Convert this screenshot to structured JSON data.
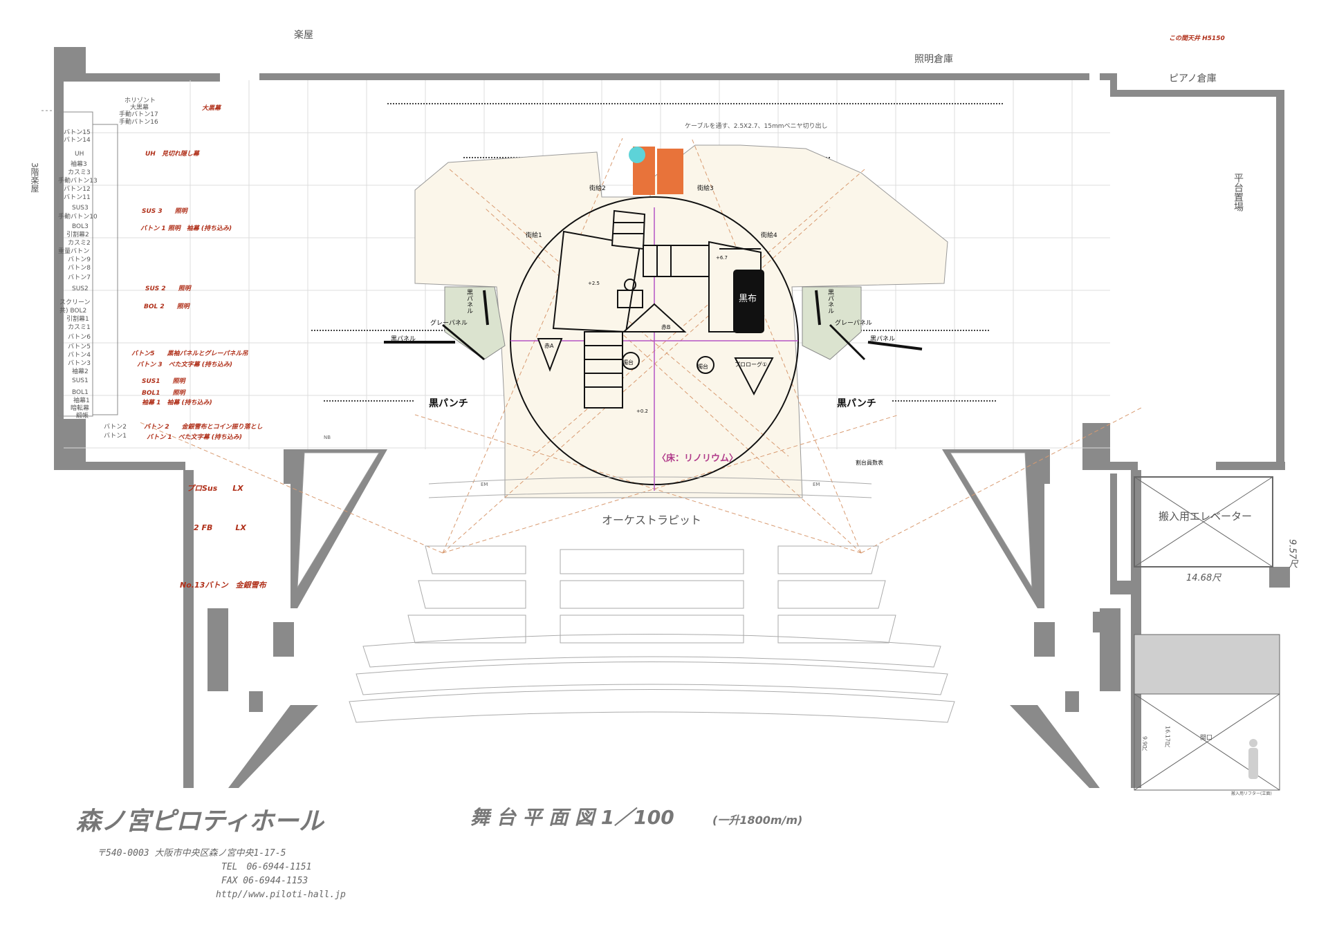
{
  "hall_name": "森ノ宮ピロティホール",
  "drawing_title": "舞 台 平 面 図 1／100",
  "drawing_scale_note": "(一升1800m/m)",
  "address": "〒540-0003 大阪市中央区森ノ宮中央1-17-5",
  "tel": "TEL　06-6944-1151",
  "fax": "FAX 06-6944-1153",
  "url": "http//www.piloti-hall.jp",
  "rooms": {
    "gakuya": "楽屋",
    "shomei_soko": "照明倉庫",
    "piano_soko": "ピアノ倉庫",
    "hiradai_okiba": "平台置場",
    "elevator": "搬入用エレベーター",
    "orchestra_pit": "オーケストラピット",
    "gakuya_3f": "3階楽屋",
    "opening": "開口",
    "lifter": "搬入用リフター(立面)"
  },
  "notes": {
    "ceiling": "この間天井 H5150",
    "cable": "ケーブルを通す、2.5X2.7、15mmベニヤ切り出し",
    "floor": "〈床：リノリウム〉",
    "warigane": "割台員数表",
    "elev_w": "14.68尺",
    "elev_d": "9.57尺",
    "lift_h1": "16.17尺",
    "lift_h2": "9.9尺"
  },
  "baton_labels": [
    "ホリゾント",
    "大黒幕",
    "手動バトン17",
    "手動バトン16",
    "バトン15",
    "バトン14",
    "UH",
    "袖幕3",
    "カスミ3",
    "手動バトン13",
    "バトン12",
    "バトン11",
    "SUS3",
    "手動バトン10",
    "BOL3",
    "引割幕2",
    "カスミ2",
    "重量バトン",
    "バトン9",
    "バトン8",
    "バトン7",
    "SUS2",
    "スクリーン",
    "共) BOL2",
    "引割幕1",
    "カスミ1",
    "バトン6",
    "バトン5",
    "バトン4",
    "バトン3",
    "袖幕2",
    "SUS1",
    "BOL1",
    "袖幕1",
    "暗転幕",
    "緞帳",
    "バトン2",
    "バトン1"
  ],
  "hang_labels": [
    "大黒幕",
    "UH　見切れ隠し幕",
    "SUS 3　　照明",
    "バトン 1 照明　袖幕 (持ち込み)",
    "SUS 2　　照明",
    "BOL 2　　照明",
    "バトン5　　黒袖パネルとグレーパネル吊",
    "バトン 3　べた文字幕 (持ち込み)",
    "SUS1　　照明",
    "BOL1　　照明",
    "袖幕 1　袖幕 (持ち込み)",
    "バトン 2　　金銀雪布とコイン振り落とし",
    "バトン 1　べた文字幕 (持ち込み)"
  ],
  "front_labels": [
    "プロSus　　LX",
    "2 FB　　　LX",
    "No.13バトン　金銀雪布"
  ],
  "stage_items": {
    "kaie1": "街絵1",
    "kaie2": "街絵2",
    "kaie3": "街絵3",
    "kaie4": "街絵4",
    "kurofu": "黒布",
    "akaA": "赤A",
    "akaB": "赤B",
    "prologue": "プロローグ①",
    "shokudai1": "燭台",
    "shokudai2": "燭台",
    "gray_panel_l": "グレーパネル",
    "gray_panel_r": "グレーパネル",
    "kuro_panel_l": "黒パネル",
    "kuro_panel_r": "黒パネル",
    "kuro_panel_vl": "黒パネル",
    "kuro_panel_vr": "黒パネル",
    "kuro_punch_l": "黒パンチ",
    "kuro_punch_r": "黒パンチ",
    "lvl1": "+2.5",
    "lvl2": "+6.7",
    "lvl3": "+0.2",
    "nb": "NB",
    "em1": "EM",
    "em2": "EM"
  }
}
